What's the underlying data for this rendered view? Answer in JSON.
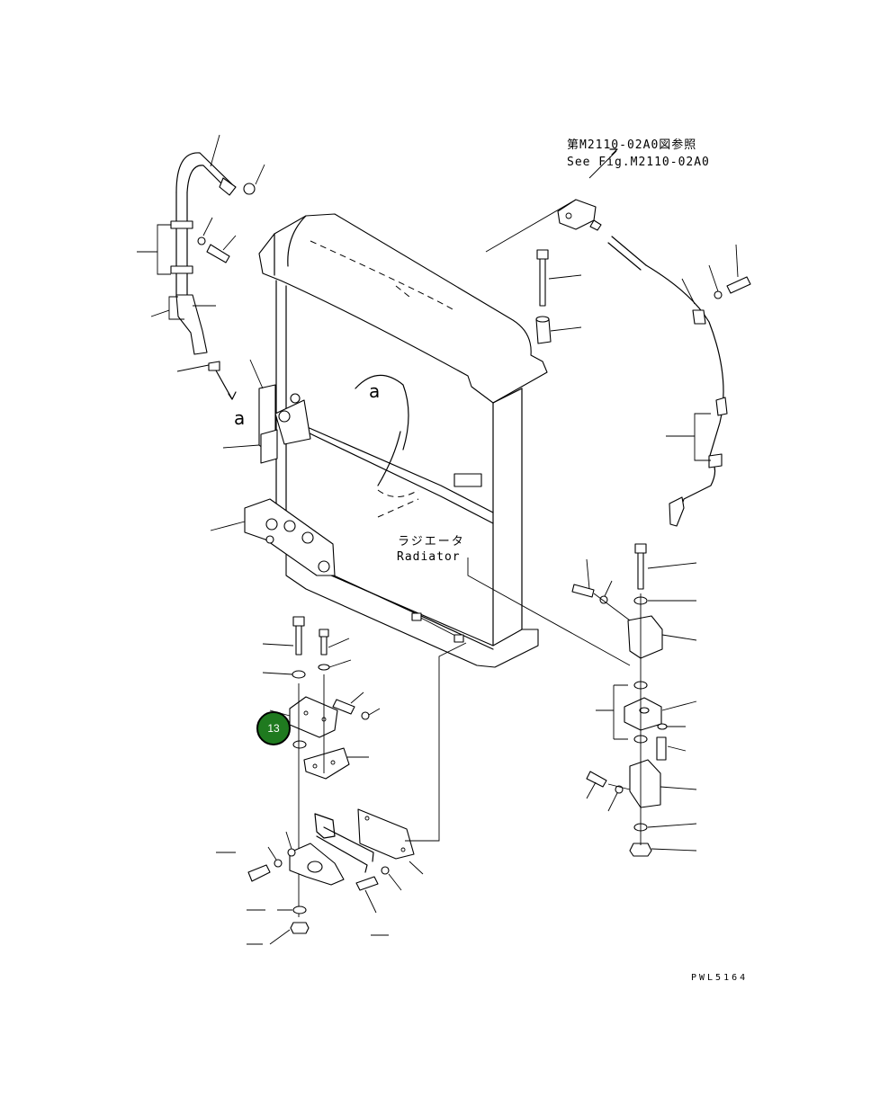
{
  "references": {
    "jp": "第M2110-02A0図参照",
    "en": "See Fig.M2110-02A0"
  },
  "part_label": {
    "jp": "ラジエータ",
    "en": "Radiator"
  },
  "view_marker": "a",
  "drawing_code": "PWL5164",
  "callout": {
    "number": "13",
    "color": "#1f7a1f"
  }
}
